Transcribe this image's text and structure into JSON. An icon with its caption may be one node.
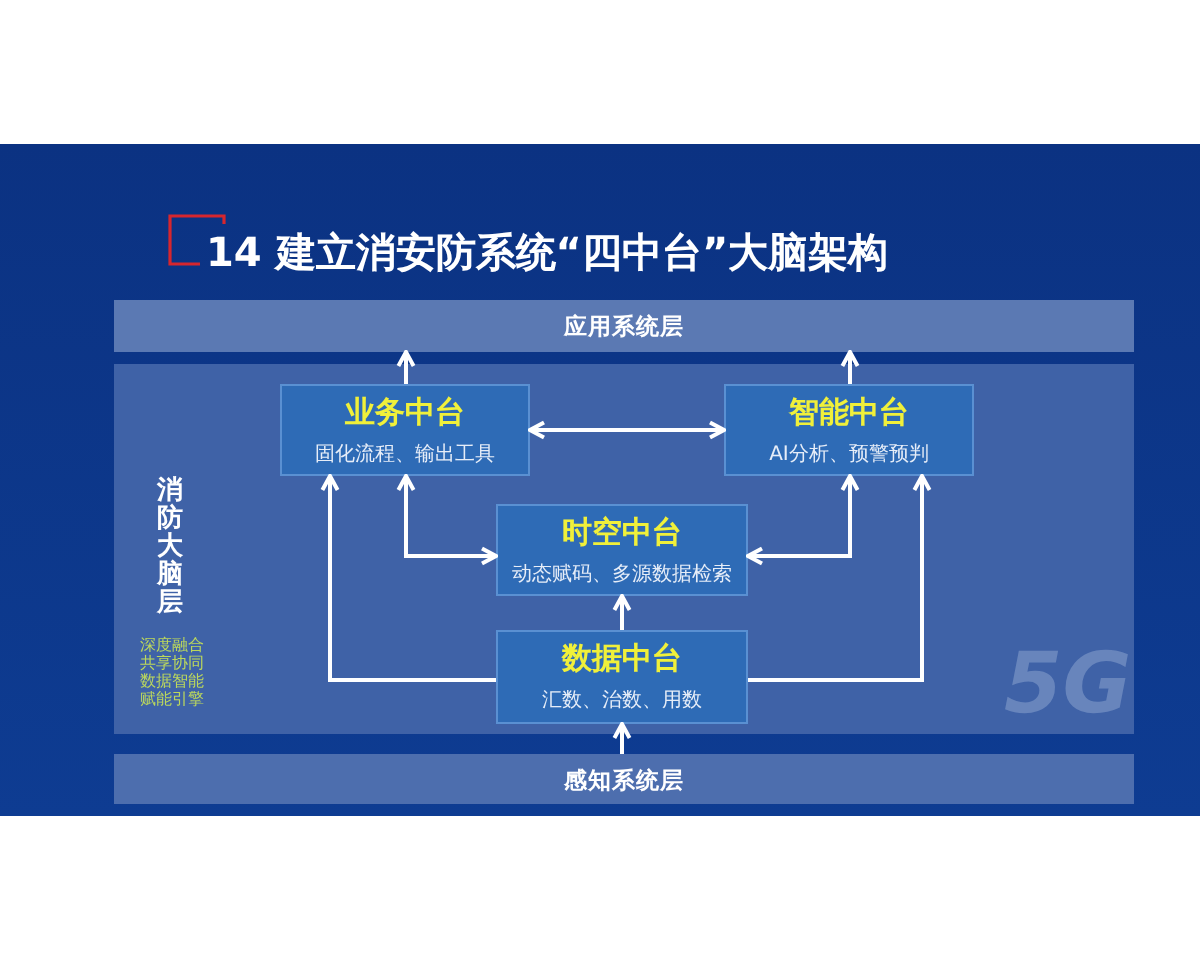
{
  "diagram": {
    "title": "14 建立消安防系统“四中台”大脑架构",
    "nodes": [
      {
        "text": [
          "应用系统层"
        ]
      },
      {
        "text": [
          "消防大脑层",
          "深度融合共享协同数据智能赋能引擎"
        ]
      },
      {
        "text": [
          "业务中台",
          "固化流程、输出工具"
        ],
        "in": 1
      },
      {
        "text": [
          "智能中台",
          "AI分析、预警预判"
        ],
        "in": 1
      },
      {
        "text": [
          "时空中台",
          "动态赋码、多源数据检索"
        ],
        "in": 1
      },
      {
        "text": [
          "数据中台",
          "汇数、治数、用数"
        ],
        "in": 1
      },
      {
        "text": [
          "感知系统层"
        ]
      }
    ],
    "edges": [
      {
        "from": 2,
        "to": 0,
        "arrow": "to"
      },
      {
        "from": 3,
        "to": 0,
        "arrow": "to"
      },
      {
        "from": 2,
        "to": 3,
        "arrow": "both"
      },
      {
        "from": 2,
        "to": 4,
        "arrow": "both"
      },
      {
        "from": 3,
        "to": 4,
        "arrow": "both"
      },
      {
        "from": 5,
        "to": 2,
        "arrow": "to"
      },
      {
        "from": 5,
        "to": 3,
        "arrow": "to"
      },
      {
        "from": 5,
        "to": 4,
        "arrow": "to"
      },
      {
        "from": 6,
        "to": 5,
        "arrow": "to"
      }
    ],
    "labels": [
      "5G"
    ]
  }
}
